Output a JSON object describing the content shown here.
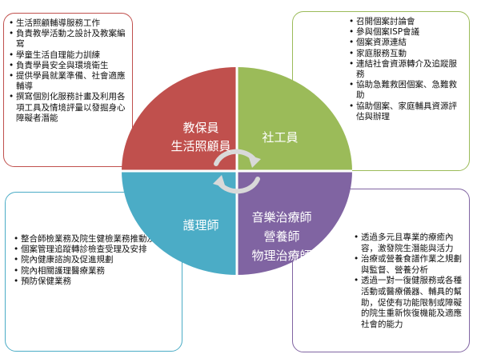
{
  "colors": {
    "educare": "#c0504d",
    "social": "#9bbb59",
    "nurse": "#4bacc6",
    "therapy": "#8064a2",
    "arrow": "#d9d9d9"
  },
  "educare": {
    "label_line1": "教保員",
    "label_line2": "生活照顧員",
    "items": [
      "生活照顧輔導服務工作",
      "負責教學活動之設計及教案編寫",
      "學童生活自理能力訓練",
      "負責學員安全與環境衛生",
      "提供學員就業準備、社會適應輔導",
      "撰寫個別化服務計畫及利用各項工具及情境評量以發掘身心障礙者潛能"
    ]
  },
  "social": {
    "label": "社工員",
    "items": [
      "召開個案討論會",
      "參與個案ISP會議",
      "個案資源連結",
      "家庭服務互動",
      "連結社會資源轉介及追蹤服務",
      "協助急難救困個案、急難救助",
      "協助個案、家庭輔具資源評估與辦理"
    ]
  },
  "nurse": {
    "label": "護理師",
    "items": [
      "整合師檢業務及院生健檢業務推動及執行",
      "個案管理追蹤轉診檢查受理及安排",
      "院內健康諮詢及促進規劃",
      "院內相關護理醫療業務",
      "預防保健業務"
    ]
  },
  "therapy": {
    "label_line1": "音樂治療師",
    "label_line2": "營養師",
    "label_line3": "物理治療師",
    "items": [
      "透過多元且專業的療癒內容，激發院生潛能與活力",
      "治療或營養食譜作業之規劃與監督、營養分析",
      "透過一對一復健服務或各種活動或醫療儀器、輔具的幫助，促使有功能限制或障礙的院生重新恢復機能及適應社會的能力"
    ]
  }
}
